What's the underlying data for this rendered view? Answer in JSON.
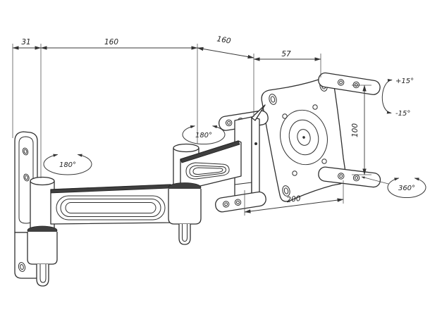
{
  "dimensions": {
    "wall_offset": "31",
    "arm1_length": "160",
    "arm2_length": "160",
    "head_offset": "57",
    "vesa_height": "100",
    "vesa_width": "200"
  },
  "angles": {
    "swivel_wall": "180°",
    "swivel_mid": "180°",
    "rotation": "360°",
    "tilt_up": "+15°",
    "tilt_down": "-15°"
  },
  "colors": {
    "line": "#2f2f2f",
    "dark_fill": "#3f3f3f",
    "background": "#ffffff"
  }
}
